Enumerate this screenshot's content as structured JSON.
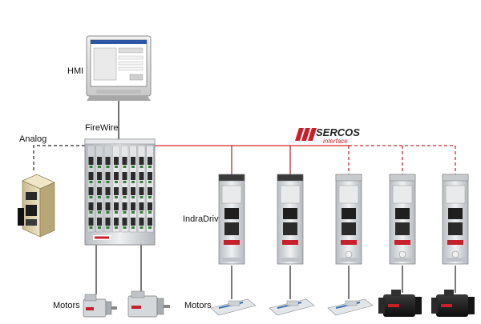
{
  "labels": {
    "hmi": "HMI",
    "firewire": "FireWire",
    "analog": "Analog",
    "indradrive": "IndraDrive",
    "motors_left": "Motors",
    "motors_mid": "Motors"
  },
  "logo": {
    "main": "SERCOS",
    "sub": "interface"
  },
  "colors": {
    "bus_line": "#d0282e",
    "cable": "#222222",
    "device_silver": "#d9dcdf",
    "motor_black": "#1a1a1a"
  }
}
